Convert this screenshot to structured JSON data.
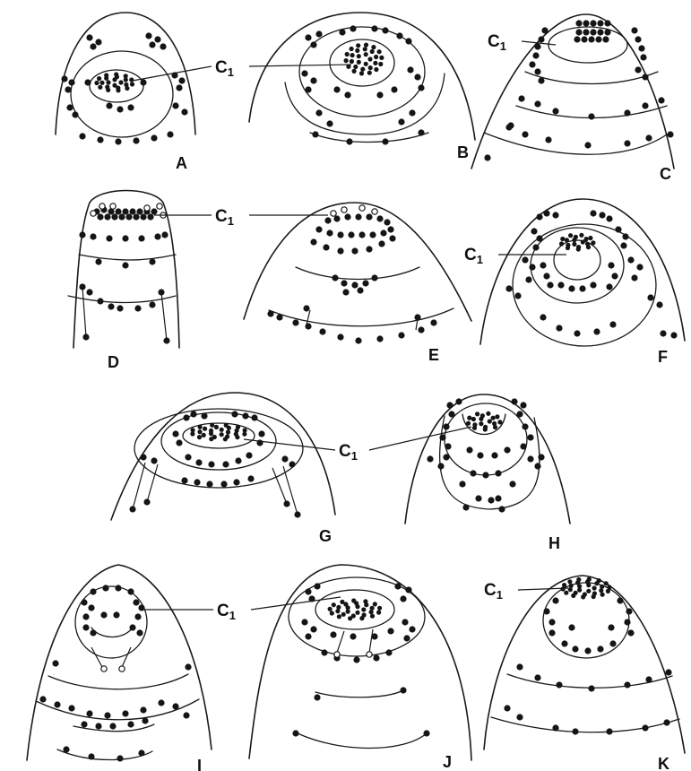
{
  "callout_label": "C",
  "callout_subscript": "1",
  "panels": [
    {
      "id": "A",
      "label": "A"
    },
    {
      "id": "B",
      "label": "B"
    },
    {
      "id": "C",
      "label": "C"
    },
    {
      "id": "D",
      "label": "D"
    },
    {
      "id": "E",
      "label": "E"
    },
    {
      "id": "F",
      "label": "F"
    },
    {
      "id": "G",
      "label": "G"
    },
    {
      "id": "H",
      "label": "H"
    },
    {
      "id": "I",
      "label": "I"
    },
    {
      "id": "J",
      "label": "J"
    },
    {
      "id": "K",
      "label": "K"
    }
  ]
}
